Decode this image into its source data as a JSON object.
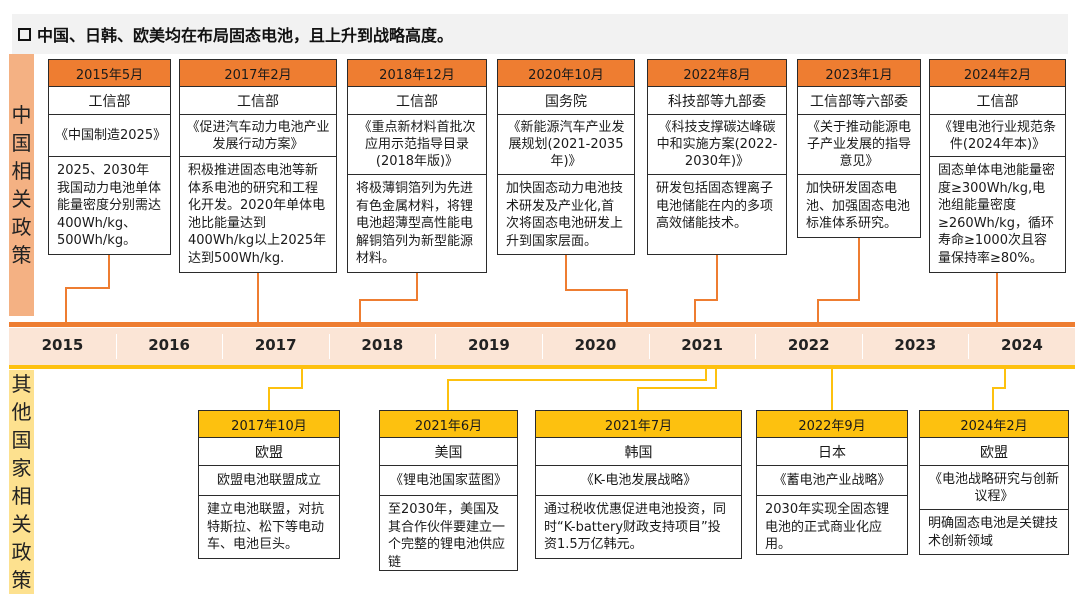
{
  "title": "中国、日韩、欧美均在布局固态电池，且上升到战略高度。",
  "side_labels": {
    "china": "中国相关政策",
    "other": "其他国家相关政策"
  },
  "timeline": {
    "years": [
      "2015",
      "2016",
      "2017",
      "2018",
      "2019",
      "2020",
      "2021",
      "2022",
      "2023",
      "2024"
    ]
  },
  "china_policies": [
    {
      "date": "2015年5月",
      "org": "工信部",
      "doc": "《中国制造2025》",
      "desc": "2025、2030年我国动力电池单体能量密度分别需达400Wh/kg、500Wh/kg。"
    },
    {
      "date": "2017年2月",
      "org": "工信部",
      "doc": "《促进汽车动力电池产业发展行动方案》",
      "desc": "积极推进固态电池等新体系电池的研究和工程化开发。2020年单体电池比能量达到400Wh/kg以上2025年达到500Wh/kg."
    },
    {
      "date": "2018年12月",
      "org": "工信部",
      "doc": "《重点新材料首批次应用示范指导目录(2018年版)》",
      "desc": "将极薄铜箔列为先进有色金属材料，将锂电池超薄型高性能电解铜箔列为新型能源材料。"
    },
    {
      "date": "2020年10月",
      "org": "国务院",
      "doc": "《新能源汽车产业发展规划(2021-2035年)》",
      "desc": "加快固态动力电池技术研发及产业化,首次将固态电池研发上升到国家层面。"
    },
    {
      "date": "2022年8月",
      "org": "科技部等九部委",
      "doc": "《科技支撑碳达峰碳中和实施方案(2022-2030年)》",
      "desc": "研发包括固态锂离子电池储能在内的多项高效储能技术。"
    },
    {
      "date": "2023年1月",
      "org": "工信部等六部委",
      "doc": "《关于推动能源电子产业发展的指导意见》",
      "desc": "加快研发固态电池、加强固态电池标准体系研究。"
    },
    {
      "date": "2024年2月",
      "org": "工信部",
      "doc": "《锂电池行业规范条件(2024年本)》",
      "desc": "固态单体电池能量密度≥300Wh/kg,电池组能量密度≥260Wh/kg，循环寿命≥1000次且容量保持率≥80%。"
    }
  ],
  "other_policies": [
    {
      "date": "2017年10月",
      "org": "欧盟",
      "doc": "欧盟电池联盟成立",
      "desc": "建立电池联盟，对抗特斯拉、松下等电动车、电池巨头。"
    },
    {
      "date": "2021年6月",
      "org": "美国",
      "doc": "《锂电池国家蓝图》",
      "desc": "至2030年，美国及其合作伙伴要建立一个完整的锂电池供应链"
    },
    {
      "date": "2021年7月",
      "org": "韩国",
      "doc": "《K-电池发展战略》",
      "desc": "通过税收优惠促进电池投资，同时“K-battery财政支持项目”投资1.5万亿韩元。"
    },
    {
      "date": "2022年9月",
      "org": "日本",
      "doc": "《蓄电池产业战略》",
      "desc": "2030年实现全固态锂电池的正式商业化应用。"
    },
    {
      "date": "2024年2月",
      "org": "欧盟",
      "doc": "《电池战略研究与创新议程》",
      "desc": "明确固态电池是关键技术创新领域"
    }
  ],
  "colors": {
    "china_header": "#ee7d31",
    "china_side": "#f4b183",
    "other_header": "#fdc10f",
    "other_side": "#fde18f",
    "axis_band": "#fbe5d6"
  }
}
